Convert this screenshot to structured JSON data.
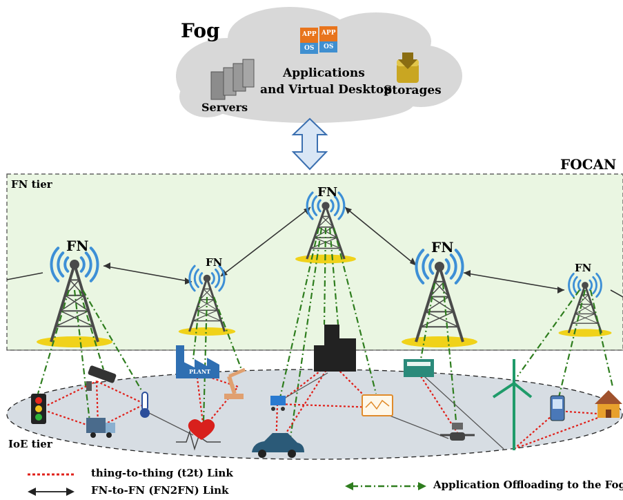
{
  "cloud": {
    "title": "Fog",
    "servers_label": "Servers",
    "apps_label_line1": "Applications",
    "apps_label_line2": "and Virtual Desktop",
    "storages_label": "Storages",
    "app_box_text": "APP",
    "os_box_text": "OS"
  },
  "network": {
    "name": "FOCAN",
    "fn_tier_label": "FN tier",
    "ioe_tier_label": "IoE tier",
    "node_label": "FN",
    "plant_text": "PLANT"
  },
  "legend": {
    "t2t": "thing-to-thing (t2t) Link",
    "fn2fn": "FN-to-FN (FN2FN) Link",
    "offload": "Application Offloading to the Fog"
  },
  "colors": {
    "fn_tier_bg": "#eaf6e2",
    "ioe_bg": "#d7dde3",
    "t2t": "#e0201a",
    "offload": "#2e7d1e",
    "signal": "#3d8fd6",
    "tower": "#4a4a4a",
    "base": "#f0d21a"
  }
}
